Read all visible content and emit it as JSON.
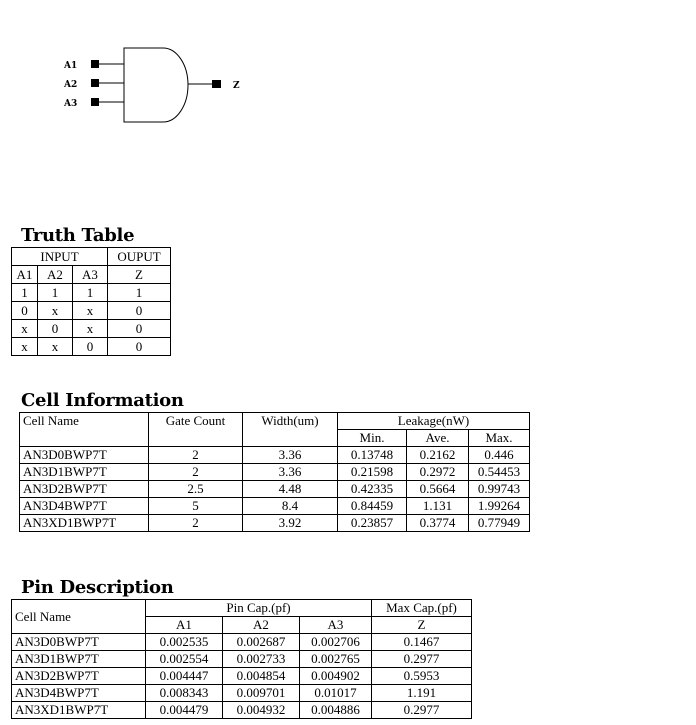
{
  "symbol": {
    "inputs": [
      "A1",
      "A2",
      "A3"
    ],
    "output": "Z"
  },
  "truth_table": {
    "title": "Truth Table",
    "input_header": "INPUT",
    "output_header": "OUPUT",
    "columns": [
      "A1",
      "A2",
      "A3",
      "Z"
    ],
    "rows": [
      [
        "1",
        "1",
        "1",
        "1"
      ],
      [
        "0",
        "x",
        "x",
        "0"
      ],
      [
        "x",
        "0",
        "x",
        "0"
      ],
      [
        "x",
        "x",
        "0",
        "0"
      ]
    ]
  },
  "cell_info": {
    "title": "Cell Information",
    "headers": {
      "cell_name": "Cell Name",
      "gate_count": "Gate Count",
      "width": "Width(um)",
      "leakage": "Leakage(nW)",
      "min": "Min.",
      "ave": "Ave.",
      "max": "Max."
    },
    "rows": [
      [
        "AN3D0BWP7T",
        "2",
        "3.36",
        "0.13748",
        "0.2162",
        "0.446"
      ],
      [
        "AN3D1BWP7T",
        "2",
        "3.36",
        "0.21598",
        "0.2972",
        "0.54453"
      ],
      [
        "AN3D2BWP7T",
        "2.5",
        "4.48",
        "0.42335",
        "0.5664",
        "0.99743"
      ],
      [
        "AN3D4BWP7T",
        "5",
        "8.4",
        "0.84459",
        "1.131",
        "1.99264"
      ],
      [
        "AN3XD1BWP7T",
        "2",
        "3.92",
        "0.23857",
        "0.3774",
        "0.77949"
      ]
    ]
  },
  "pin_desc": {
    "title": "Pin Description",
    "headers": {
      "cell_name": "Cell Name",
      "pin_cap": "Pin Cap.(pf)",
      "max_cap": "Max Cap.(pf)",
      "a1": "A1",
      "a2": "A2",
      "a3": "A3",
      "z": "Z"
    },
    "rows": [
      [
        "AN3D0BWP7T",
        "0.002535",
        "0.002687",
        "0.002706",
        "0.1467"
      ],
      [
        "AN3D1BWP7T",
        "0.002554",
        "0.002733",
        "0.002765",
        "0.2977"
      ],
      [
        "AN3D2BWP7T",
        "0.004447",
        "0.004854",
        "0.004902",
        "0.5953"
      ],
      [
        "AN3D4BWP7T",
        "0.008343",
        "0.009701",
        "0.01017",
        "1.191"
      ],
      [
        "AN3XD1BWP7T",
        "0.004479",
        "0.004932",
        "0.004886",
        "0.2977"
      ]
    ]
  }
}
